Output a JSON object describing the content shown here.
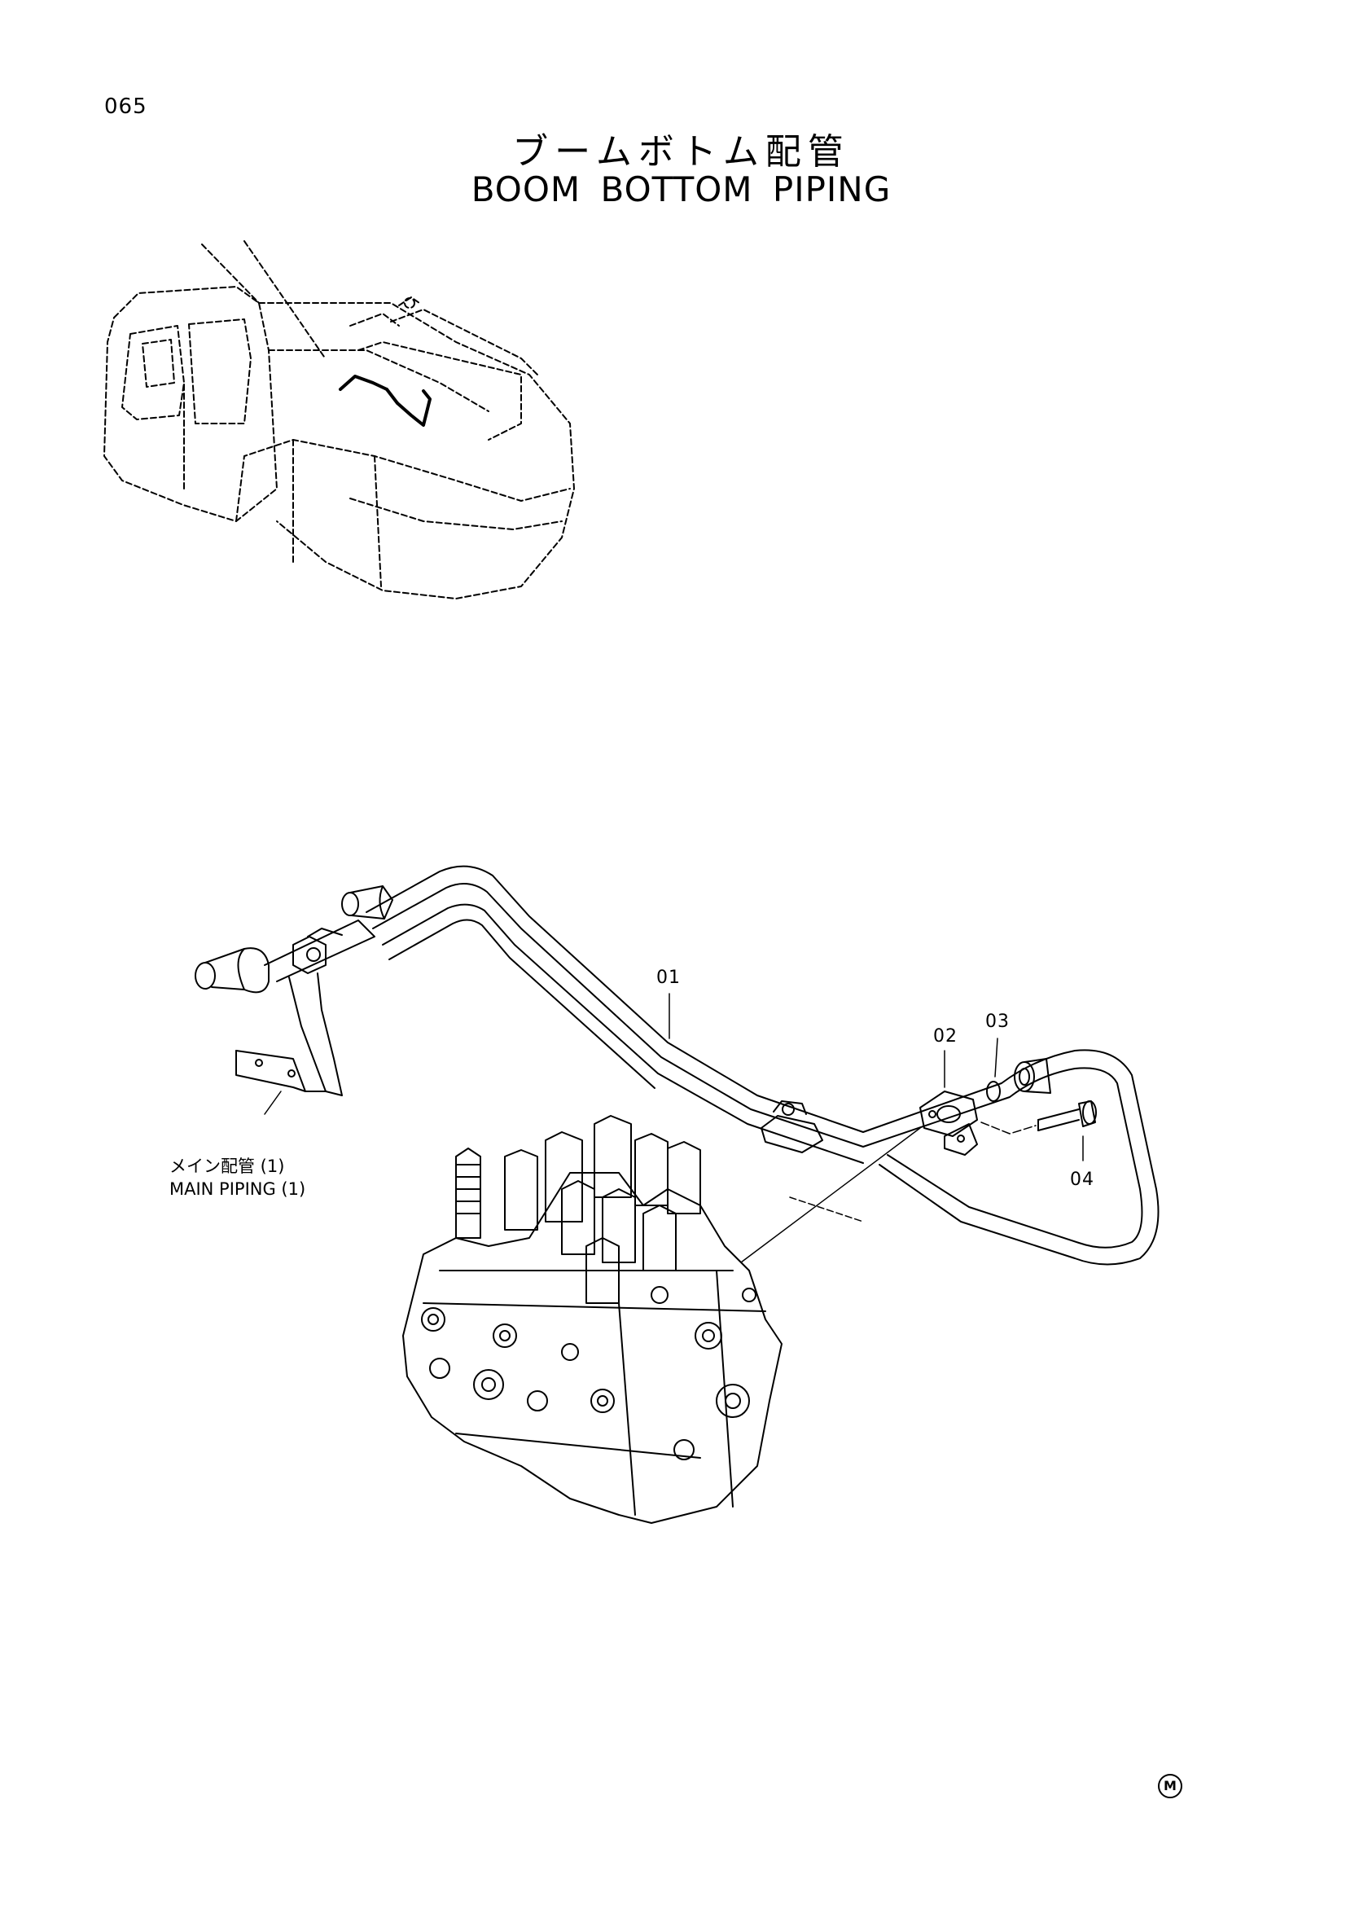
{
  "page": {
    "number": "065",
    "title_jp": "ブームボトム配管",
    "title_en": "BOOM BOTTOM PIPING",
    "mark": "M"
  },
  "callouts": {
    "part_01": "01",
    "part_02": "02",
    "part_03": "03",
    "part_04": "04"
  },
  "reference": {
    "label_jp": "メイン配管 (1)",
    "label_en": "MAIN PIPING (1)"
  }
}
